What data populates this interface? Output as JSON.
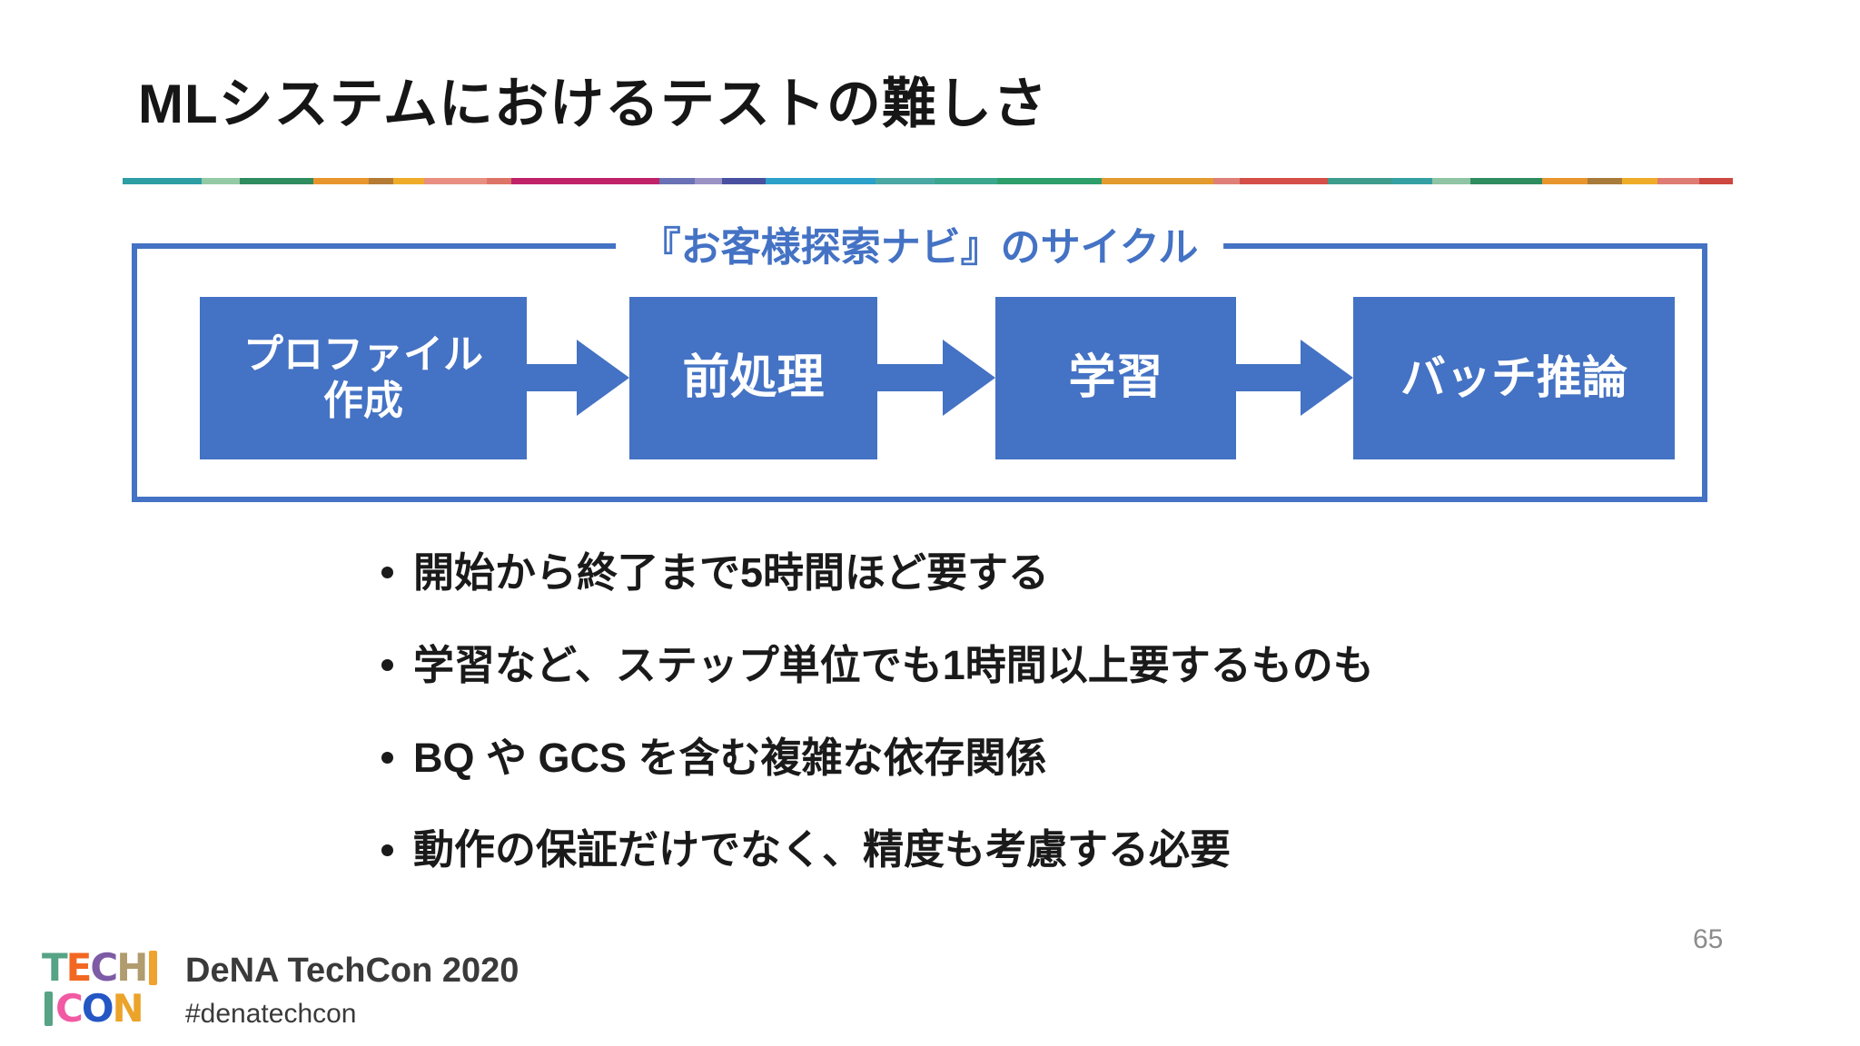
{
  "slide": {
    "title": "MLシステムにおけるテストの難しさ",
    "page_number": "65"
  },
  "divider": {
    "segments": [
      {
        "color": "#2D9EA3",
        "width": 87
      },
      {
        "color": "#93C9A5",
        "width": 42
      },
      {
        "color": "#2E8C5F",
        "width": 81
      },
      {
        "color": "#E8952E",
        "width": 61
      },
      {
        "color": "#B57B35",
        "width": 27
      },
      {
        "color": "#EFAC28",
        "width": 34
      },
      {
        "color": "#E88F82",
        "width": 69
      },
      {
        "color": "#DD7468",
        "width": 27
      },
      {
        "color": "#C02268",
        "width": 163
      },
      {
        "color": "#6A71B4",
        "width": 39
      },
      {
        "color": "#9A92C4",
        "width": 30
      },
      {
        "color": "#4A50A0",
        "width": 48
      },
      {
        "color": "#2BA0C8",
        "width": 121
      },
      {
        "color": "#49A8A4",
        "width": 65
      },
      {
        "color": "#3BA68E",
        "width": 69
      },
      {
        "color": "#2E9E6B",
        "width": 115
      },
      {
        "color": "#E39A2E",
        "width": 123
      },
      {
        "color": "#DE8078",
        "width": 29
      },
      {
        "color": "#D44F48",
        "width": 97
      },
      {
        "color": "#3E9C8C",
        "width": 71
      },
      {
        "color": "#35A0A4",
        "width": 44
      },
      {
        "color": "#8FC4A4",
        "width": 42
      },
      {
        "color": "#2E8C5F",
        "width": 79
      },
      {
        "color": "#E8952E",
        "width": 50
      },
      {
        "color": "#A97B3A",
        "width": 38
      },
      {
        "color": "#EFAC28",
        "width": 39
      },
      {
        "color": "#DE7B72",
        "width": 46
      },
      {
        "color": "#CC4840",
        "width": 37
      }
    ]
  },
  "cycle_diagram": {
    "label": "『お客様探索ナビ』のサイクル",
    "accent_color": "#4472C4",
    "box_text_color": "#FFFFFF",
    "steps": [
      {
        "label": "プロファイル\n作成"
      },
      {
        "label": "前処理"
      },
      {
        "label": "学習"
      },
      {
        "label": "バッチ推論"
      }
    ]
  },
  "bullets": [
    "開始から終了まで5時間ほど要する",
    "学習など、ステップ単位でも1時間以上要するものも",
    "BQ や GCS を含む複雑な依存関係",
    "動作の保証だけでなく、精度も考慮する必要"
  ],
  "footer": {
    "logo": {
      "rows": [
        [
          {
            "t": "T",
            "color": "#56A385"
          },
          {
            "t": "E",
            "color": "#F26822"
          },
          {
            "t": "C",
            "color": "#7D5BA6"
          },
          {
            "t": "H",
            "color": "#B09C6E"
          },
          {
            "bar": true,
            "color": "#F0A22E"
          }
        ],
        [
          {
            "bar": true,
            "color": "#56A385"
          },
          {
            "t": "C",
            "color": "#F25AA3"
          },
          {
            "t": "O",
            "color": "#2456C4"
          },
          {
            "t": "N",
            "color": "#EBA32A"
          }
        ]
      ]
    },
    "event": "DeNA TechCon 2020",
    "hashtag": "#denatechcon"
  }
}
